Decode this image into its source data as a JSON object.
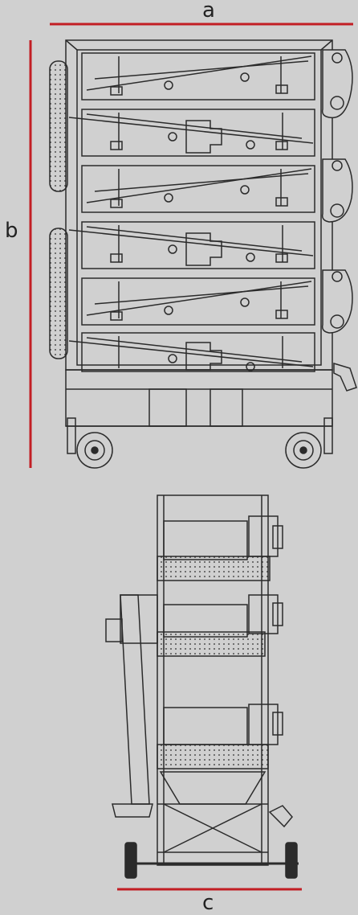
{
  "diagram": {
    "title": "",
    "background": "#d0d0d0",
    "line_color": "#2b2b2b",
    "dimension_color": "#c21e24",
    "dimension_labels": {
      "width_label": "a",
      "height_label": "b",
      "depth_label": "c"
    },
    "front_view": {
      "tier_count": 6,
      "screen_panels": 6
    },
    "side_view": {
      "screen_belts": 3
    }
  }
}
